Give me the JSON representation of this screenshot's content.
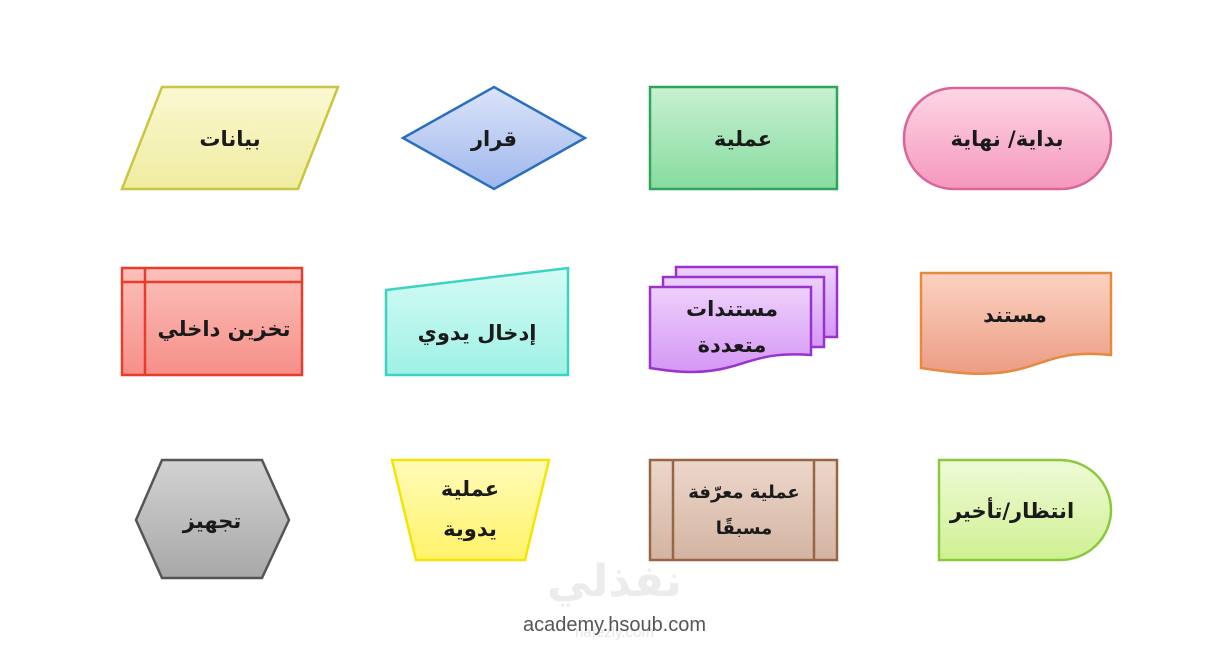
{
  "shapes": {
    "start_end": "بداية/ نهاية",
    "process": "عملية",
    "decision": "قرار",
    "data": "بيانات",
    "document": "مستند",
    "multi_document": [
      "مستندات",
      "متعددة"
    ],
    "manual_input": "إدخال يدوي",
    "internal_storage": "تخزين داخلي",
    "delay": "انتظار/تأخير",
    "predefined_process": [
      "عملية معرّفة",
      "مسبقًا"
    ],
    "manual_operation": [
      "عملية",
      "يدوية"
    ],
    "preparation": "تجهيز"
  },
  "watermark": {
    "logo": "نفذلي",
    "url": "academy.hsoub.com",
    "url_faint": "nafezly.com"
  }
}
